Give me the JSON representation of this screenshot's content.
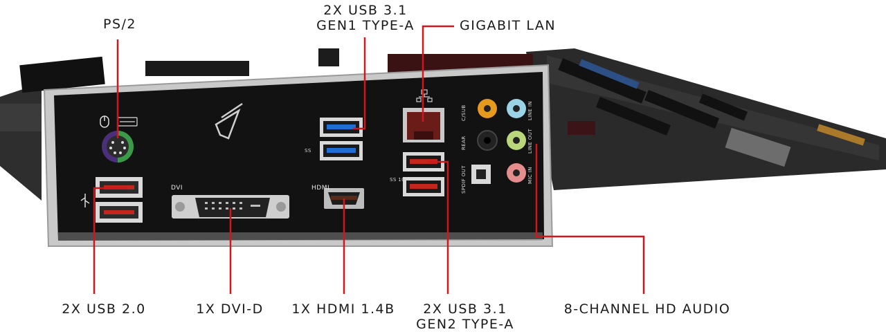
{
  "callouts": {
    "ps2": "PS/2",
    "usb31_gen1_line1": "2X USB 3.1",
    "usb31_gen1_line2": "GEN1 TYPE-A",
    "gigabit_lan": "GIGABIT LAN",
    "usb20": "2X USB 2.0",
    "dvi": "1X DVI-D",
    "hdmi": "1X HDMI 1.4B",
    "usb31_gen2_line1": "2X USB 3.1",
    "usb31_gen2_line2": "GEN2 TYPE-A",
    "audio": "8-CHANNEL HD AUDIO"
  },
  "panel_labels": {
    "dvi": "DVI",
    "hdmi": "HDMI",
    "csub": "C/SUB",
    "rear": "REAR",
    "spdif": "SPDIF OUT",
    "line_in": "LINE IN",
    "line_out": "LINE OUT",
    "mic_in": "MIC IN",
    "ss": "SS",
    "ss10": "SS 10"
  },
  "colors": {
    "leader_line": "#d2171c",
    "panel": "#121212",
    "usb3_blue": "#1f6fd6",
    "usb31_red": "#c2261c",
    "ps2_purple": "#6a3fa0",
    "ps2_green": "#3fa34a",
    "jack_orange": "#e69a1d",
    "jack_blue": "#9ad3e6",
    "jack_green": "#b9d67a",
    "jack_pink": "#e58d8d",
    "board": "#2b2b2b"
  },
  "icons": [
    "mouse-icon",
    "keyboard-icon",
    "usb-icon",
    "network-icon",
    "rog-logo-icon"
  ]
}
